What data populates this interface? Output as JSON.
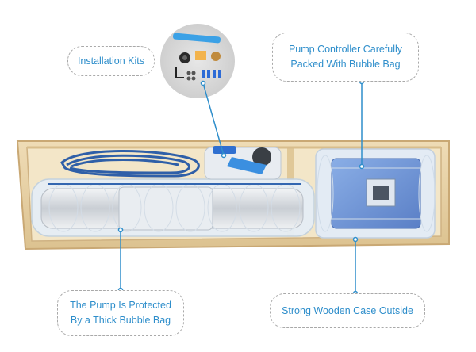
{
  "callouts": {
    "installation_kits": "Installation Kits",
    "controller_line1": "Pump Controller Carefully",
    "controller_line2": "Packed With Bubble Bag",
    "pump_line1": "The Pump Is Protected",
    "pump_line2": "By a Thick Bubble Bag",
    "wooden_case": "Strong Wooden Case Outside"
  },
  "colors": {
    "callout_text": "#2e8ecb",
    "callout_border": "#a9a9a9",
    "wood": "#e8d2a8",
    "bubble_wrap": "#dfe9f3",
    "controller": "#6f93d6",
    "cable": "#2f5fa8"
  }
}
